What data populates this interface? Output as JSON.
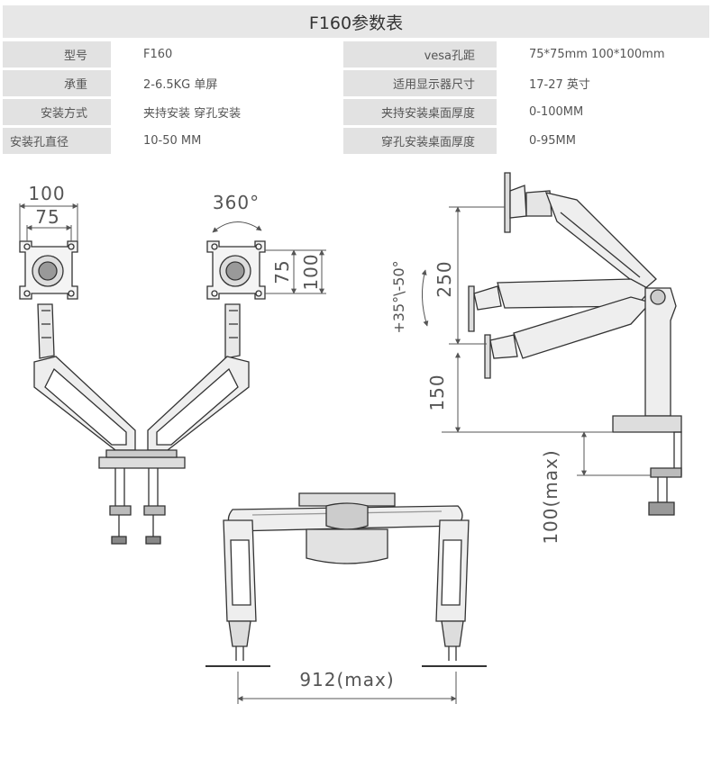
{
  "title": "F160参数表",
  "specs": [
    {
      "label1": "型号",
      "value1": "F160",
      "label2": "vesa孔距",
      "value2": "75*75mm  100*100mm"
    },
    {
      "label1": "承重",
      "value1": "2-6.5KG 单屏",
      "label2": "适用显示器尺寸",
      "value2": "17-27 英寸"
    },
    {
      "label1": "安装方式",
      "value1": "夹持安装  穿孔安装",
      "label2": "夹持安装桌面厚度",
      "value2": "0-100MM"
    },
    {
      "label1": "安装孔直径",
      "value1": "10-50 MM",
      "label2": "穿孔安装桌面厚度",
      "value2": "0-95MM"
    }
  ],
  "dimensions": {
    "vesa_large": "100",
    "vesa_small": "75",
    "rotation": "360°",
    "vert_75": "75",
    "vert_100": "100",
    "height_250": "250",
    "height_150": "150",
    "tilt": "+35°\\-50°",
    "clamp_max": "100(max)",
    "span_max": "912(max)"
  }
}
